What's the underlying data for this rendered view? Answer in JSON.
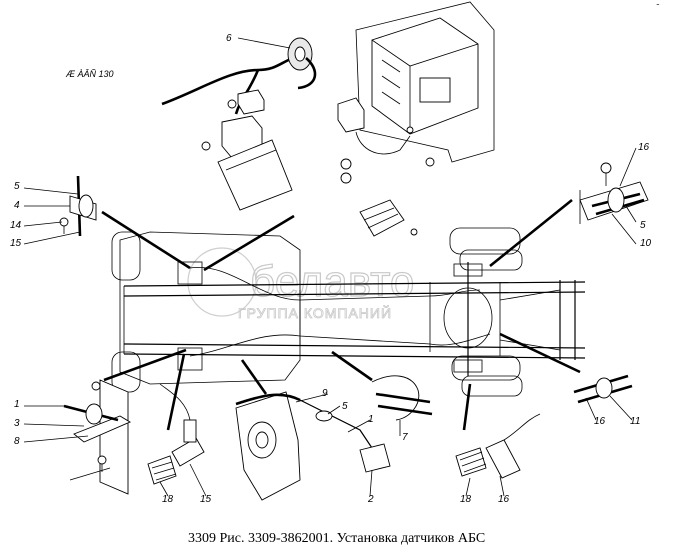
{
  "caption": "3309 Рис. 3309-3862001. Установка датчиков АБС",
  "top_reference": "Æ       ÀÂÑ 130",
  "corner_mark": "ˉ",
  "watermark": {
    "brand": "белавто",
    "subtitle": "ГРУППА КОМПАНИЙ"
  },
  "callouts": {
    "c6": "6",
    "c5_left": "5",
    "c4": "4",
    "c14": "14",
    "c15_left": "15",
    "c16_top_right": "16",
    "c5_right": "5",
    "c10": "10",
    "c1_left": "1",
    "c3": "3",
    "c8": "8",
    "c9": "9",
    "c5_center": "5",
    "c1_center": "1",
    "c7": "7",
    "c16_right": "16",
    "c11": "11",
    "c18_left": "18",
    "c15_bottom": "15",
    "c2": "2",
    "c18_right": "18",
    "c16_bottom": "16"
  }
}
